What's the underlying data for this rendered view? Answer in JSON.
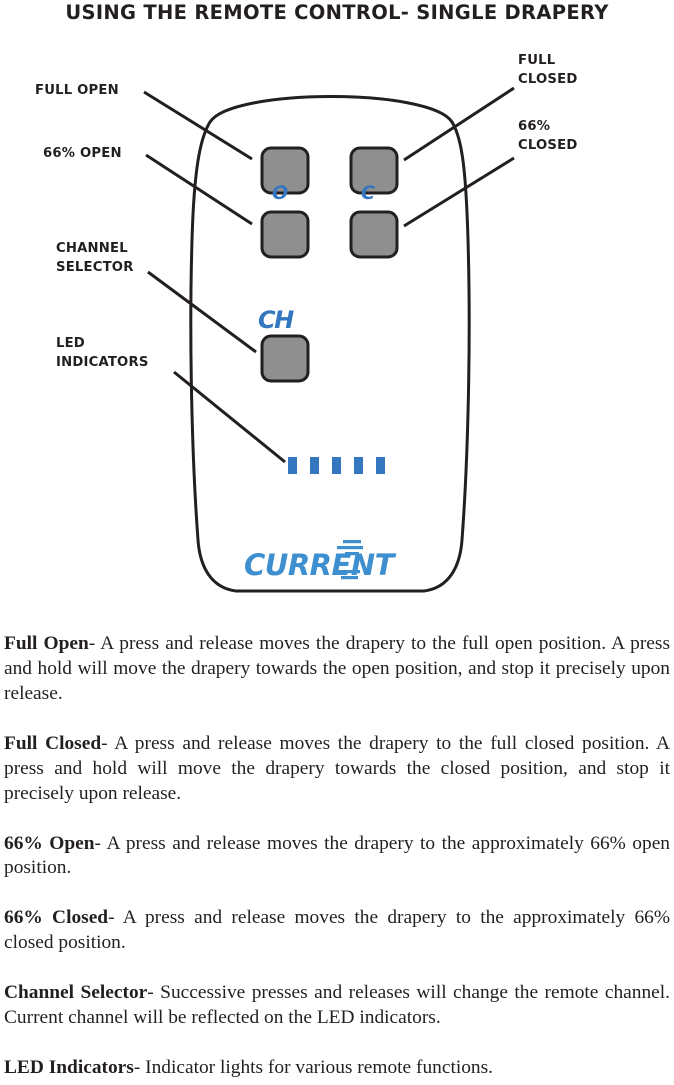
{
  "page": {
    "title": "USING THE REMOTE CONTROL- SINGLE DRAPERY"
  },
  "diagram": {
    "device_name": "remote-control",
    "brand_logo": {
      "part1": "CURR",
      "stylized_letter": "E",
      "part2": "NT",
      "full_text": "CURRENT",
      "color": "#3e8fd0"
    },
    "accent_color": "#3476c0",
    "button_fill": "#8f8f8f",
    "outline_color": "#231f20",
    "button_glyphs": {
      "open": "O",
      "closed": "C",
      "channel": "CH"
    },
    "led_count": 5,
    "callouts": [
      {
        "id": "full-open",
        "label": "FULL OPEN",
        "side": "left"
      },
      {
        "id": "66-open",
        "label": "66% OPEN",
        "side": "left"
      },
      {
        "id": "channel-selector",
        "label": "CHANNEL\nSELECTOR",
        "side": "left"
      },
      {
        "id": "led-indicators",
        "label": "LED\nINDICATORS",
        "side": "left"
      },
      {
        "id": "full-closed",
        "label": "FULL\nCLOSED",
        "side": "right"
      },
      {
        "id": "66-closed",
        "label": "66%\nCLOSED",
        "side": "right"
      }
    ]
  },
  "descriptions": [
    {
      "term": "Full Open",
      "separator": "-  ",
      "text": "A press and release moves the drapery to the full open position. A press and hold will move the drapery towards the open position, and stop it precisely upon release."
    },
    {
      "term": "Full Closed",
      "separator": "- ",
      "text": "A press and release moves the drapery to the full closed position. A press and hold will move the drapery towards the closed position, and stop it precisely upon release."
    },
    {
      "term": "66% Open",
      "separator": "-  ",
      "text": "A press and release moves the drapery to the approximately 66% open position."
    },
    {
      "term": "66% Closed",
      "separator": "- ",
      "text": "A press and release moves the drapery to the approximately 66% closed position."
    },
    {
      "term": "Channel Selector",
      "separator": "- ",
      "text": "Successive presses and releases will change the remote channel. Current channel will be reflected on the LED indicators."
    },
    {
      "term": "LED Indicators",
      "separator": "- ",
      "text": "Indicator lights for various remote functions."
    }
  ]
}
